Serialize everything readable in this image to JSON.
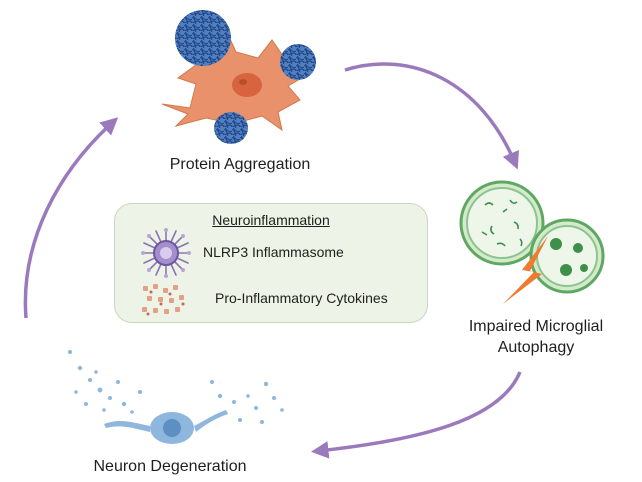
{
  "nodes": {
    "protein_aggregation": "Protein Aggregation",
    "impaired_autophagy_line1": "Impaired Microglial",
    "impaired_autophagy_line2": "Autophagy",
    "neuron_degeneration": "Neuron Degeneration"
  },
  "neuroinflammation": {
    "title": "Neuroinflammation",
    "items": [
      "NLRP3 Inflammasome",
      "Pro-Inflammatory Cytokines"
    ]
  },
  "colors": {
    "arrow": "#9b79bd",
    "cell_body": "#e9916a",
    "cell_nucleus": "#d7643f",
    "protein_aggregate": "#3d6fb4",
    "microglia_ring": "#6ab26d",
    "lightning": "#f07a2f",
    "neuron": "#8fb6dc",
    "inflammasome": "#8b74b4",
    "cytokine": "#e3a085",
    "box_fill": "#edf3e6",
    "box_border": "#c9d9bc"
  },
  "icons": [
    "astrocyte-cell-icon",
    "protein-aggregate-icon",
    "microglia-autophagy-icon",
    "lightning-icon",
    "neuron-icon",
    "inflammasome-icon",
    "cytokines-icon"
  ]
}
